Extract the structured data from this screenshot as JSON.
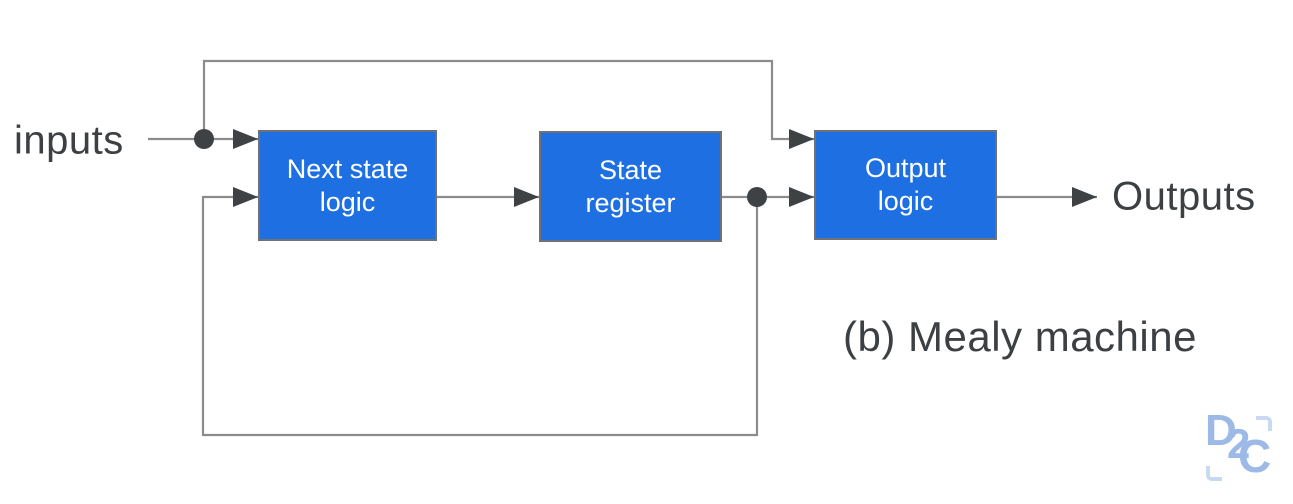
{
  "figure": {
    "caption": "(b) Mealy machine",
    "input_label": "inputs",
    "output_label": "Outputs",
    "blocks": [
      {
        "id": "next-state-logic",
        "label": "Next state\nlogic"
      },
      {
        "id": "state-register",
        "label": "State\nregister"
      },
      {
        "id": "output-logic",
        "label": "Output\nlogic"
      }
    ],
    "connections": [
      {
        "from": "inputs",
        "to": "next-state-logic"
      },
      {
        "from": "inputs",
        "to": "output-logic",
        "route": "top feedforward"
      },
      {
        "from": "next-state-logic",
        "to": "state-register"
      },
      {
        "from": "state-register",
        "to": "output-logic"
      },
      {
        "from": "state-register",
        "to": "next-state-logic",
        "route": "bottom feedback"
      },
      {
        "from": "output-logic",
        "to": "Outputs"
      }
    ]
  },
  "logo": {
    "letters": [
      "D",
      "2",
      "C"
    ]
  },
  "colors": {
    "block_fill": "#1e70e2",
    "block_border": "#6e7276",
    "block_text": "#ffffff",
    "wire": "#8c8c8c",
    "arrow": "#3f4245",
    "label_text": "#3c4043",
    "logo_letter": "#9db9e6",
    "logo_bracket": "#c8daf3"
  }
}
